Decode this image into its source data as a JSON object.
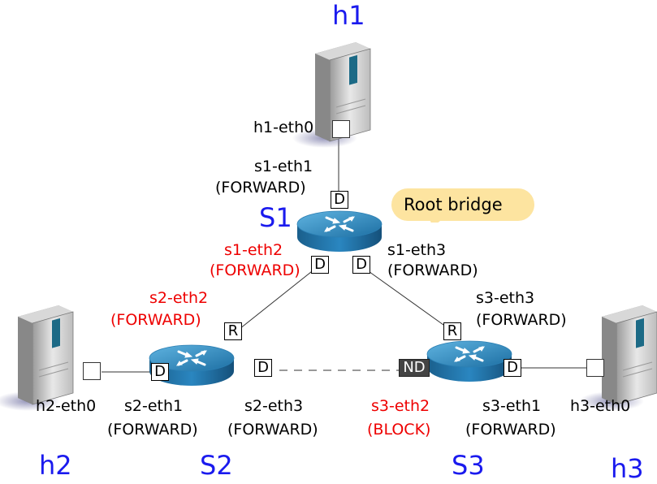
{
  "colors": {
    "role_label": "#ee0000",
    "node_name": "#1a1aee",
    "bubble": "#fde4a0",
    "router": "#1d6fa3",
    "nd_port": "#444444"
  },
  "hosts": {
    "h1": "h1",
    "h2": "h2",
    "h3": "h3"
  },
  "switches": {
    "s1": "S1",
    "s2": "S2",
    "s3": "S3"
  },
  "callout": "Root bridge",
  "ports": {
    "h1_eth0": "h1-eth0",
    "h2_eth0": "h2-eth0",
    "h3_eth0": "h3-eth0",
    "s1_eth1": {
      "name": "s1-eth1",
      "state": "(FORWARD)",
      "role": "D"
    },
    "s1_eth2": {
      "name": "s1-eth2",
      "state": "(FORWARD)",
      "role": "D"
    },
    "s1_eth3": {
      "name": "s1-eth3",
      "state": "(FORWARD)",
      "role": "D"
    },
    "s2_eth1": {
      "name": "s2-eth1",
      "state": "(FORWARD)",
      "role": "D"
    },
    "s2_eth2": {
      "name": "s2-eth2",
      "state": "(FORWARD)",
      "role": "R"
    },
    "s2_eth3": {
      "name": "s2-eth3",
      "state": "(FORWARD)",
      "role": "D"
    },
    "s3_eth1": {
      "name": "s3-eth1",
      "state": "(FORWARD)",
      "role": "D"
    },
    "s3_eth2": {
      "name": "s3-eth2",
      "state": "(BLOCK)",
      "role": "ND"
    },
    "s3_eth3": {
      "name": "s3-eth3",
      "state": "(FORWARD)",
      "role": "R"
    }
  }
}
